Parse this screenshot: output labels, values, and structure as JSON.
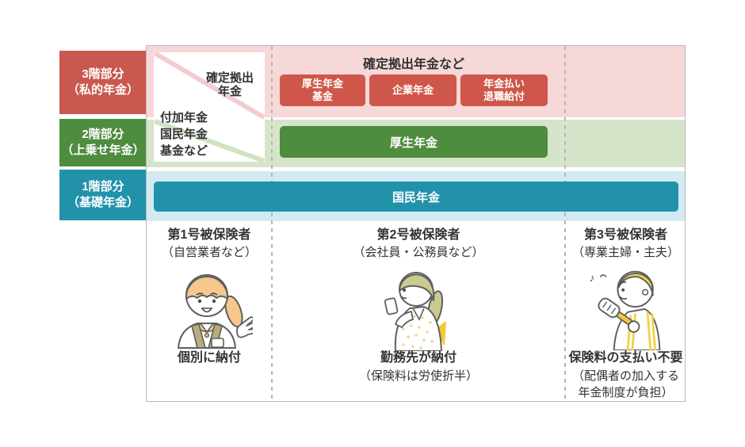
{
  "tiers": {
    "tier3": {
      "side_label": "3階部分\n（私的年金）",
      "band_title": "確定拠出年金など",
      "boxes": [
        {
          "label": "厚生年金\n基金"
        },
        {
          "label": "企業年金"
        },
        {
          "label": "年金払い\n退職給付"
        }
      ]
    },
    "tier2": {
      "side_label": "2階部分\n（上乗せ年金）",
      "bar_label": "厚生年金"
    },
    "tier1": {
      "side_label": "1階部分\n（基礎年金）",
      "bar_label": "国民年金"
    }
  },
  "corner_box": {
    "private_text": "確定拠出\n年金",
    "national_text": "付加年金\n国民年金\n基金など"
  },
  "columns": [
    {
      "header": "第1号被保険者",
      "subheader": "（自営業者など）",
      "illustration": "waving-woman-illustration",
      "payment": "個別に納付",
      "payment_note": ""
    },
    {
      "header": "第2号被保険者",
      "subheader": "（会社員・公務員など）",
      "illustration": "woman-with-phone-illustration",
      "payment": "勤務先が納付",
      "payment_note": "（保険料は労使折半）"
    },
    {
      "header": "第3号被保険者",
      "subheader": "（専業主婦・主夫）",
      "illustration": "man-with-spatula-illustration",
      "payment": "保険料の支払い不要",
      "payment_note": "（配偶者の加入する\n年金制度が負担）"
    }
  ],
  "colors": {
    "tier3_accent": "#c9584e",
    "tier3_box": "#cf564a",
    "tier3_band": "#f7d8d9",
    "tier2_accent": "#4e8c3e",
    "tier2_band": "#d6e5ca",
    "tier1_accent": "#2292ab",
    "tier1_band": "#d3eaf2",
    "diagonal_pink": "#f3ccd1",
    "diagonal_green": "#cfe3c3",
    "text": "#333333"
  }
}
